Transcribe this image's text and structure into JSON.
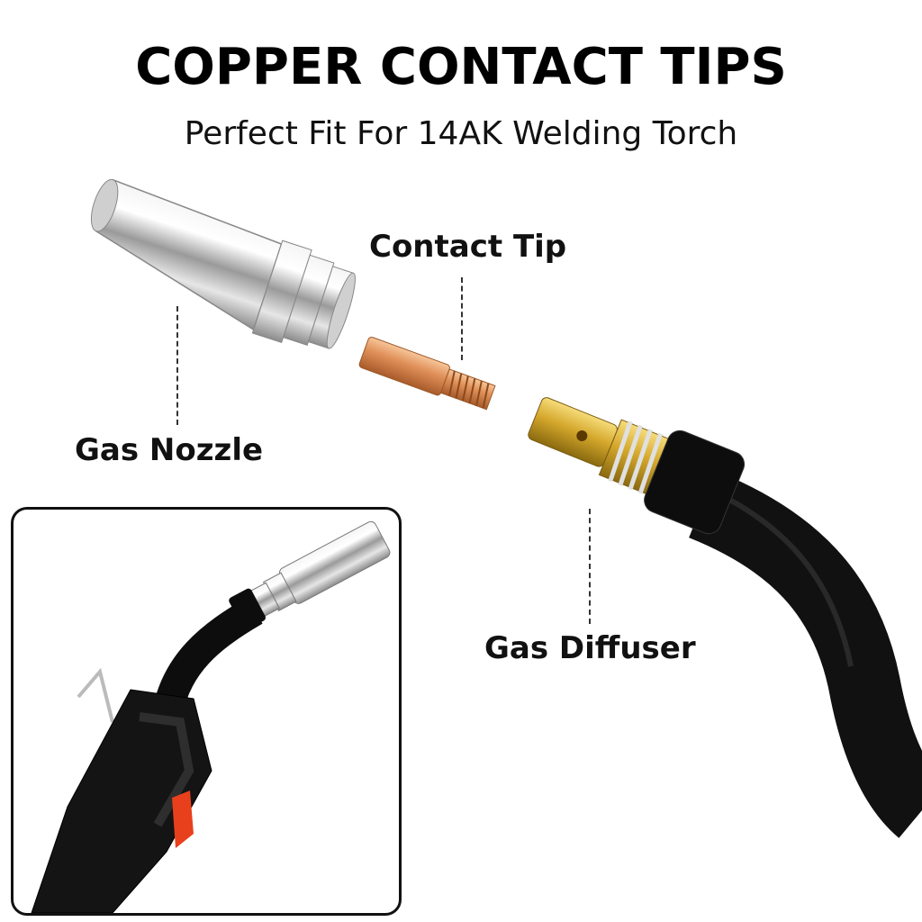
{
  "header": {
    "title": "COPPER CONTACT TIPS",
    "subtitle": "Perfect Fit For 14AK Welding Torch"
  },
  "callouts": {
    "contact_tip": "Contact Tip",
    "gas_nozzle": "Gas Nozzle",
    "gas_diffuser": "Gas Diffuser"
  },
  "colors": {
    "copper": "#e0915a",
    "brass": "#d4a72c",
    "silver": "#d9d9d9",
    "cable": "#111111",
    "trigger": "#e8401c"
  }
}
